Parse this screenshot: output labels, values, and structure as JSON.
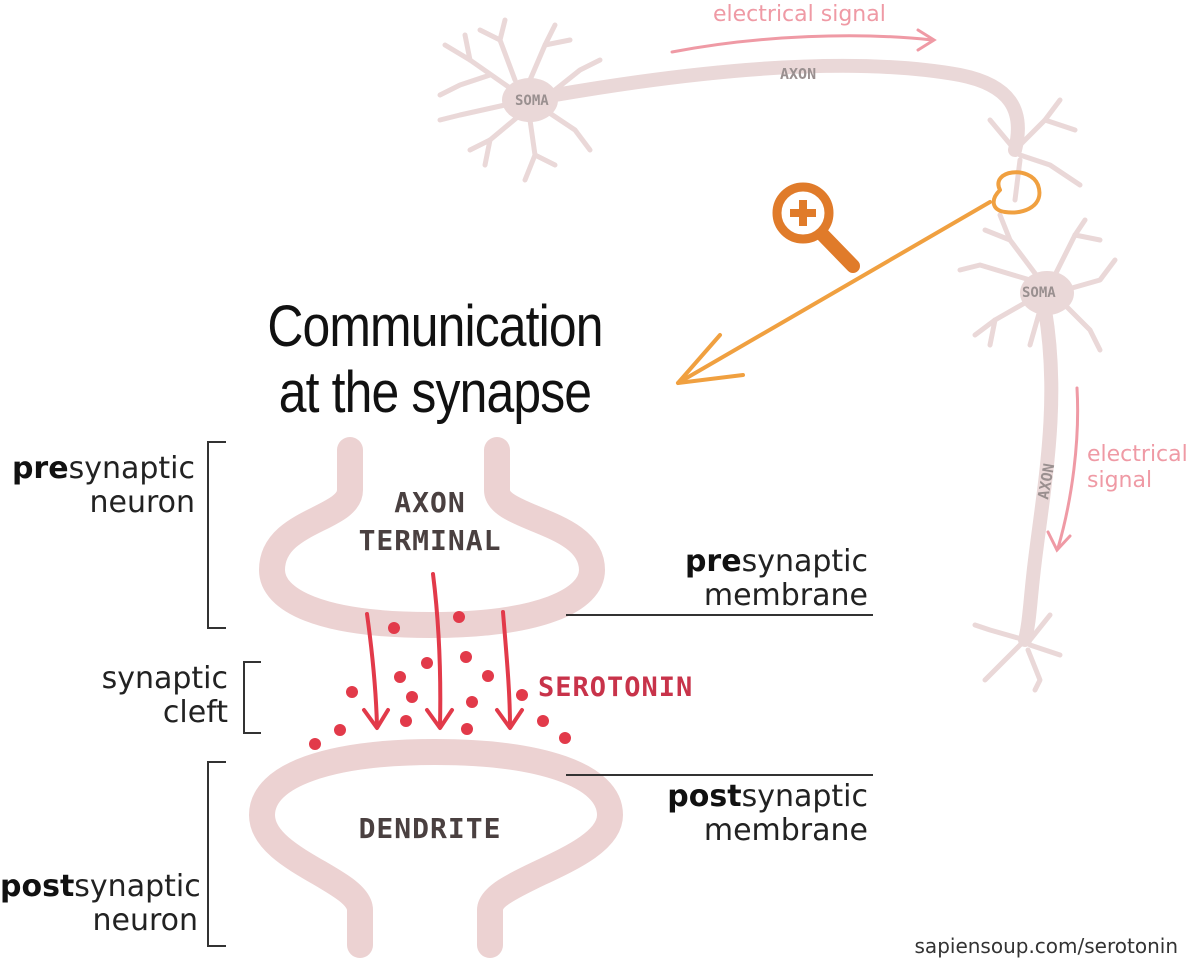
{
  "title": {
    "line1": "Communication",
    "line2": "at the synapse"
  },
  "neuron_labels": {
    "soma_top": "SOMA",
    "soma_right": "SOMA",
    "axon_top": "AXON",
    "axon_right": "AXON",
    "signal_top": "electrical signal",
    "signal_right_line1": "electrical",
    "signal_right_line2": "signal"
  },
  "synapse_labels": {
    "axon_terminal_line1": "AXON",
    "axon_terminal_line2": "TERMINAL",
    "dendrite": "DENDRITE",
    "serotonin": "SEROTONIN"
  },
  "side_labels": {
    "presynaptic_neuron": {
      "bold": "pre",
      "rest": "synaptic",
      "line2": "neuron"
    },
    "synaptic_cleft": {
      "line1": "synaptic",
      "line2": "cleft"
    },
    "postsynaptic_neuron": {
      "bold": "post",
      "rest": "synaptic",
      "line2": "neuron"
    },
    "presynaptic_membrane": {
      "bold": "pre",
      "rest": "synaptic",
      "line2": "membrane"
    },
    "postsynaptic_membrane": {
      "bold": "post",
      "rest": "synaptic",
      "line2": "membrane"
    }
  },
  "credit": "sapiensoup.com/serotonin",
  "colors": {
    "membrane": "#ecd2d2",
    "neuron": "#ead8d8",
    "serotonin": "#e23a4a",
    "serotonin_label": "#c8334a",
    "signal": "#ef9aa5",
    "zoom": "#f0a040",
    "magnifier": "#e07b2a",
    "bracket": "#333333"
  }
}
